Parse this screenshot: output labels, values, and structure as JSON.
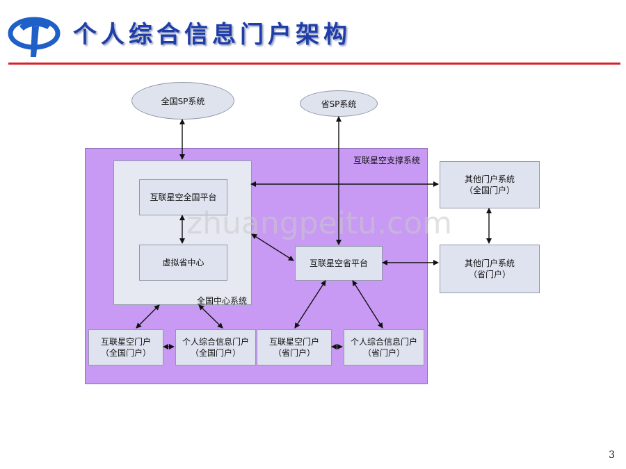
{
  "header": {
    "title": "个人综合信息门户架构"
  },
  "page_number": "3",
  "watermark": "zhuangpeitu.com",
  "diagram": {
    "national_sp": "全国SP系统",
    "province_sp": "省SP系统",
    "support_system_label": "互联星空支撑系统",
    "national_center_label": "全国中心系统",
    "national_platform": "互联星空全国平台",
    "virtual_province_center": "虚拟省中心",
    "province_platform": "互联星空省平台",
    "other_portal_national": [
      "其他门户系统",
      "（全国门户）"
    ],
    "other_portal_province": [
      "其他门户系统",
      "（省门户）"
    ],
    "bottom_boxes": [
      [
        "互联星空门户",
        "（全国门户）"
      ],
      [
        "个人综合信息门户",
        "（全国门户）"
      ],
      [
        "互联星空门户",
        "（省门户）"
      ],
      [
        "个人综合信息门户",
        "（省门户）"
      ]
    ]
  },
  "colors": {
    "title": "#1f3da8",
    "rule": "#d8202a",
    "system_bg": "#c89af4",
    "box_bg": "#dfe3ef"
  }
}
